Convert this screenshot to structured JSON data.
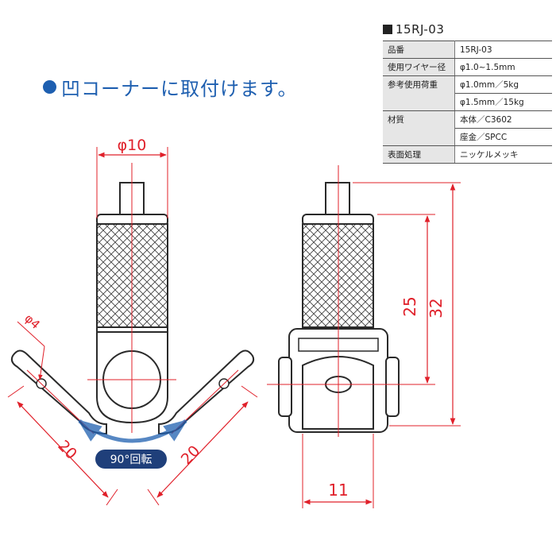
{
  "spec": {
    "title": "15RJ-03",
    "rows": [
      {
        "key": "品番",
        "value": "15RJ-03"
      },
      {
        "key": "使用ワイヤー径",
        "value": "φ1.0~1.5mm"
      },
      {
        "key": "参考使用荷重",
        "value": "φ1.0mm／5kg"
      },
      {
        "key": "",
        "value": "φ1.5mm／15kg"
      },
      {
        "key": "材質",
        "value": "本体／C3602"
      },
      {
        "key": "",
        "value": "座金／SPCC"
      },
      {
        "key": "表面処理",
        "value": "ニッケルメッキ"
      }
    ]
  },
  "headline": "凹コーナーに取付けます。",
  "dimensions": {
    "diameter_top": "φ10",
    "diameter_arm": "φ4",
    "arm_left": "20",
    "arm_right": "20",
    "rotation": "90°回転",
    "height_25": "25",
    "height_32": "32",
    "width_11": "11"
  },
  "colors": {
    "accent": "#1e5fb0",
    "dimension": "#e0202a",
    "outline": "#2a2a2a",
    "badge": "#1f3f7a"
  }
}
